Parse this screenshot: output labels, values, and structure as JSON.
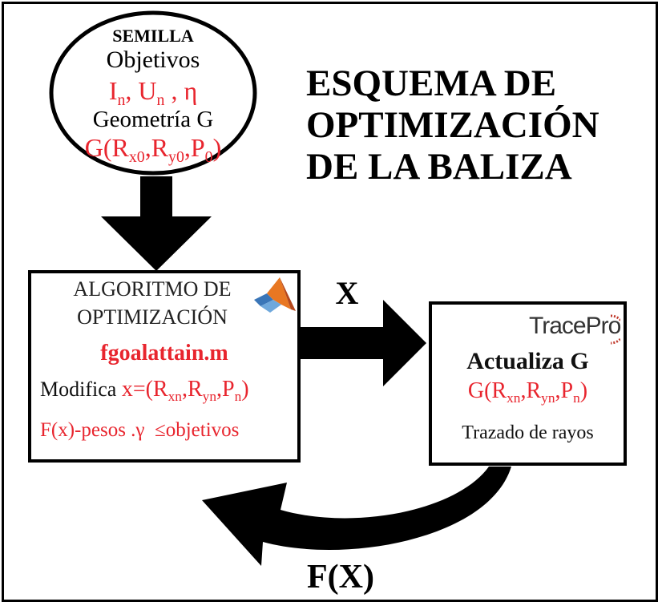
{
  "seed": {
    "title": "SEMILLA",
    "objectives_label": "Objetivos",
    "objectives_vars": [
      "I",
      "n",
      ", U",
      "n",
      " , η"
    ],
    "geometry_label": "Geometría G",
    "geometry_expr": [
      "G(R",
      "x0",
      ",R",
      "y0",
      ",P",
      "0",
      ")"
    ]
  },
  "title": {
    "line1": "ESQUEMA DE",
    "line2": "OPTIMIZACIÓN",
    "line3": "DE LA BALIZA"
  },
  "algorithm": {
    "line1": "ALGORITMO DE",
    "line2": "OPTIMIZACIÓN",
    "function": "fgoalattain.m",
    "modifies_label": "Modifica",
    "x_expr": [
      "x=(R",
      "xn",
      ",R",
      "yn",
      ",P",
      "n",
      ")"
    ],
    "constraint": "F(x)-pesos .γ  ≤objetivos"
  },
  "tracepro": {
    "logo_text": "TracePro",
    "update_label": "Actualiza G",
    "g_expr": [
      "G(R",
      "xn",
      ",R",
      "yn",
      ",P",
      "n",
      ")"
    ],
    "raytrace_label": "Trazado de rayos"
  },
  "arrows": {
    "x_label": "X",
    "fx_label": "F(X)"
  },
  "colors": {
    "accent_red": "#e8252e",
    "border": "#000000",
    "background": "#ffffff"
  }
}
